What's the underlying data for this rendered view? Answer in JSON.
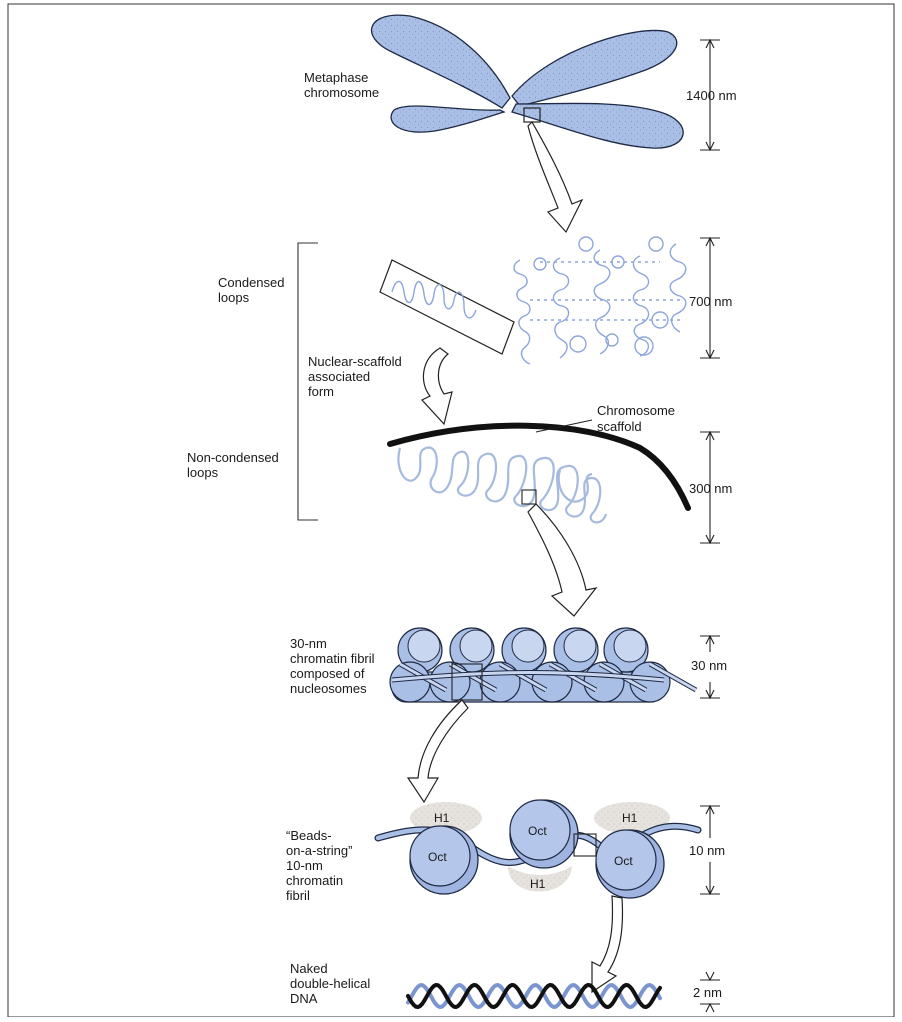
{
  "labels": {
    "metaphase_chromosome": [
      "Metaphase",
      "chromosome"
    ],
    "condensed_loops": [
      "Condensed",
      "loops"
    ],
    "nuclear_scaffold_form": [
      "Nuclear-scaffold",
      "associated",
      "form"
    ],
    "chromosome_scaffold": [
      "Chromosome",
      "scaffold"
    ],
    "non_condensed_loops": [
      "Non-condensed",
      "loops"
    ],
    "chromatin_fibril_30nm": [
      "30-nm",
      "chromatin fibril",
      "composed of",
      "nucleosomes"
    ],
    "beads_on_a_string": [
      "“Beads-",
      "on-a-string”",
      "10-nm",
      "chromatin",
      "fibril"
    ],
    "naked_dna": [
      "Naked",
      "double-helical",
      "DNA"
    ]
  },
  "dimensions": {
    "metaphase": "1400 nm",
    "condensed": "700 nm",
    "scaffold": "300 nm",
    "fibril30": "30 nm",
    "beads": "10 nm",
    "dna": "2 nm"
  },
  "nucleosome": {
    "octamer_label": "Oct",
    "linker_histone_label": "H1"
  },
  "colors": {
    "chromatin_fill": "#a9bfe6",
    "chromatin_light": "#c9d6f0",
    "outline": "#1f2a44",
    "loop_strand": "#8fa6dc",
    "scaffold": "#111111",
    "histone_h1": "#e4e0dc",
    "dna_strand_a": "#111111",
    "dna_strand_b": "#7b95d0"
  }
}
